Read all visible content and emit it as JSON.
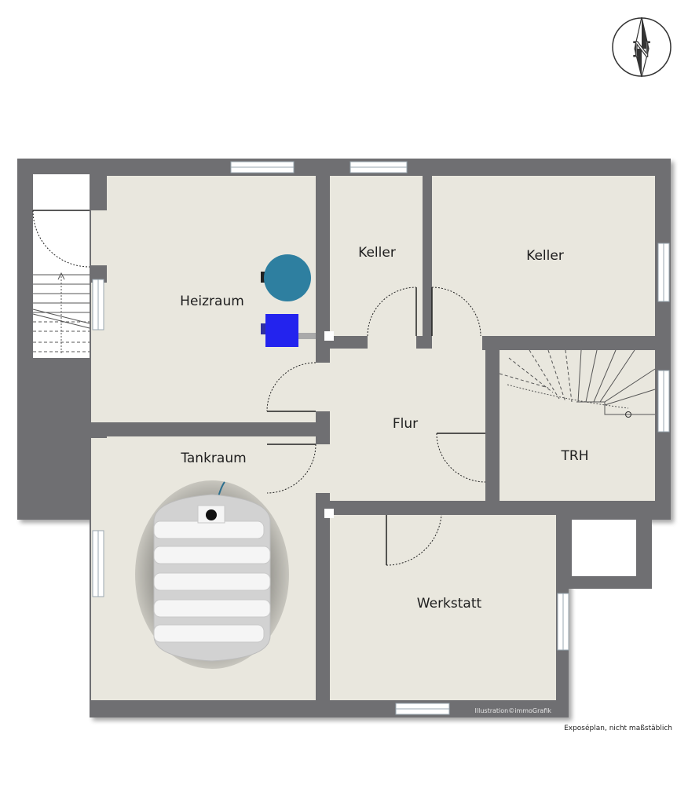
{
  "rooms": {
    "heizraum": "Heizraum",
    "keller_1": "Keller",
    "keller_2": "Keller",
    "flur": "Flur",
    "trh": "TRH",
    "tankraum": "Tankraum",
    "werkstatt": "Werkstatt"
  },
  "compass": {
    "letter": "N"
  },
  "credit": "Illustration©immoGrafik",
  "caption": "Exposéplan, nicht maßstäblich",
  "colors": {
    "wall": "#6f6f72",
    "floor": "#e9e7de",
    "boiler": "#2e7fa0",
    "pump": "#2323ee",
    "tank": "#d2d2d2"
  }
}
